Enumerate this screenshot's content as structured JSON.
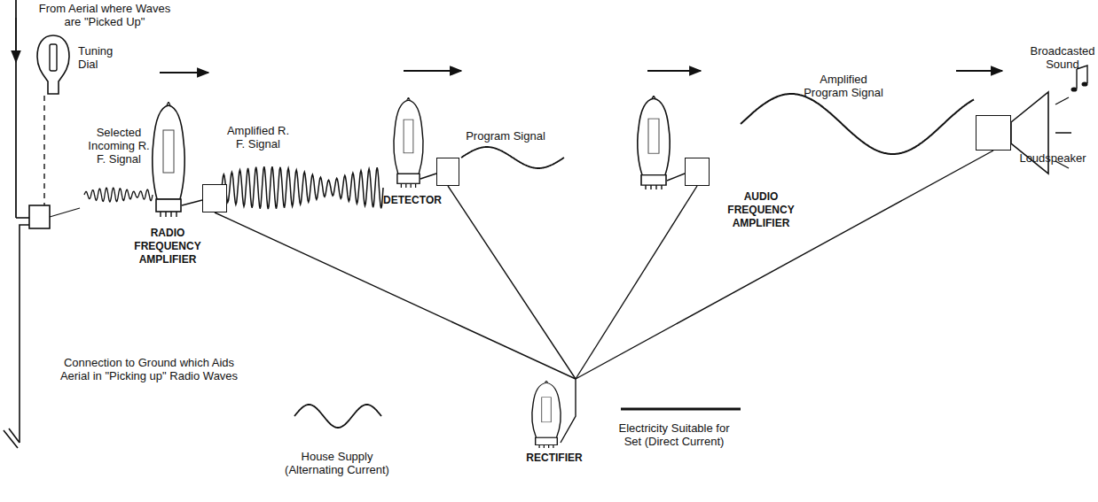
{
  "diagram": {
    "nodes": [
      {
        "text": [
          "Tuning Dial"
        ]
      },
      {
        "text": [
          "RADIO FREQUENCY AMPLIFIER"
        ]
      },
      {
        "text": [
          "DETECTOR"
        ]
      },
      {
        "text": [
          "AUDIO FREQUENCY AMPLIFIER"
        ]
      },
      {
        "text": [
          "Loudspeaker"
        ]
      },
      {
        "text": [
          "RECTIFIER"
        ]
      }
    ],
    "edges": [
      {
        "from": 5,
        "to": 1,
        "arrow": "none"
      },
      {
        "from": 5,
        "to": 2,
        "arrow": "none"
      },
      {
        "from": 5,
        "to": 3,
        "arrow": "none"
      },
      {
        "from": 5,
        "to": 4,
        "arrow": "none"
      }
    ],
    "labels": [
      "From Aerial where Waves are \"Picked Up\"",
      "Selected Incoming R. F. Signal",
      "Amplified R. F. Signal",
      "Program Signal",
      "Amplified Program Signal",
      "Broadcasted Sound",
      "Connection to Ground which Aids Aerial in \"Picking up\" Radio Waves",
      "House Supply (Alternating Current)",
      "Electricity Suitable for Set (Direct Current)"
    ]
  }
}
